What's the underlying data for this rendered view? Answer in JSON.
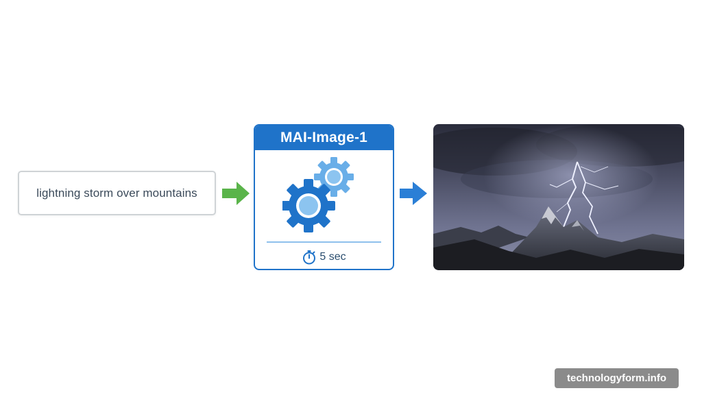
{
  "prompt": {
    "text": "lightning storm over mountains"
  },
  "model": {
    "title": "MAI-Image-1",
    "time": "5 sec"
  },
  "icons": {
    "input_arrow": "arrow-right-icon",
    "output_arrow": "arrow-right-icon",
    "gears": "gears-icon",
    "timer": "stopwatch-icon"
  },
  "colors": {
    "green_arrow": "#5ab44a",
    "blue_arrow": "#2b7fd6",
    "model_blue": "#1f73c9",
    "gear_light": "#69aee8",
    "gear_dark": "#1f73c9"
  },
  "watermark": {
    "text": "technologyform.info"
  }
}
